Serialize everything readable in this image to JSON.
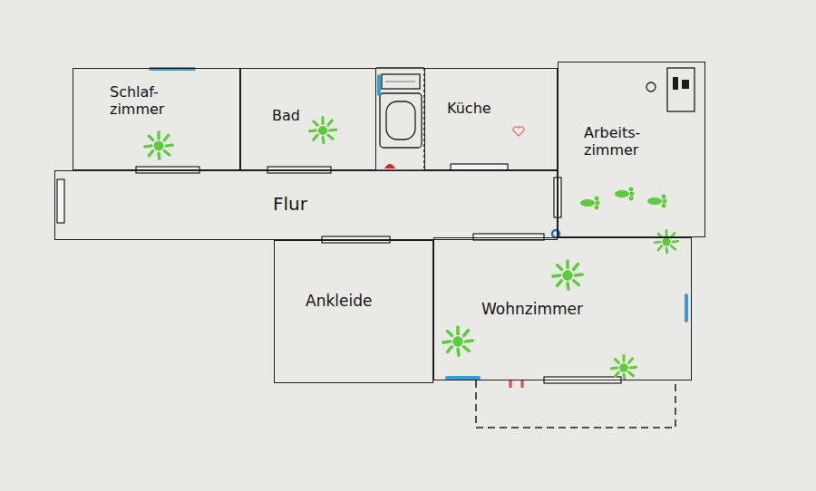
{
  "diagram": {
    "nodes": [
      {
        "text": [
          "Schlaf- zimmer"
        ]
      },
      {
        "text": [
          "Bad"
        ]
      },
      {
        "text": [
          "Küche"
        ]
      },
      {
        "text": [
          "Arbeits- zimmer"
        ]
      },
      {
        "text": [
          "Flur"
        ]
      },
      {
        "text": [
          "Ankleide"
        ]
      },
      {
        "text": [
          "Wohnzimmer"
        ]
      }
    ]
  }
}
